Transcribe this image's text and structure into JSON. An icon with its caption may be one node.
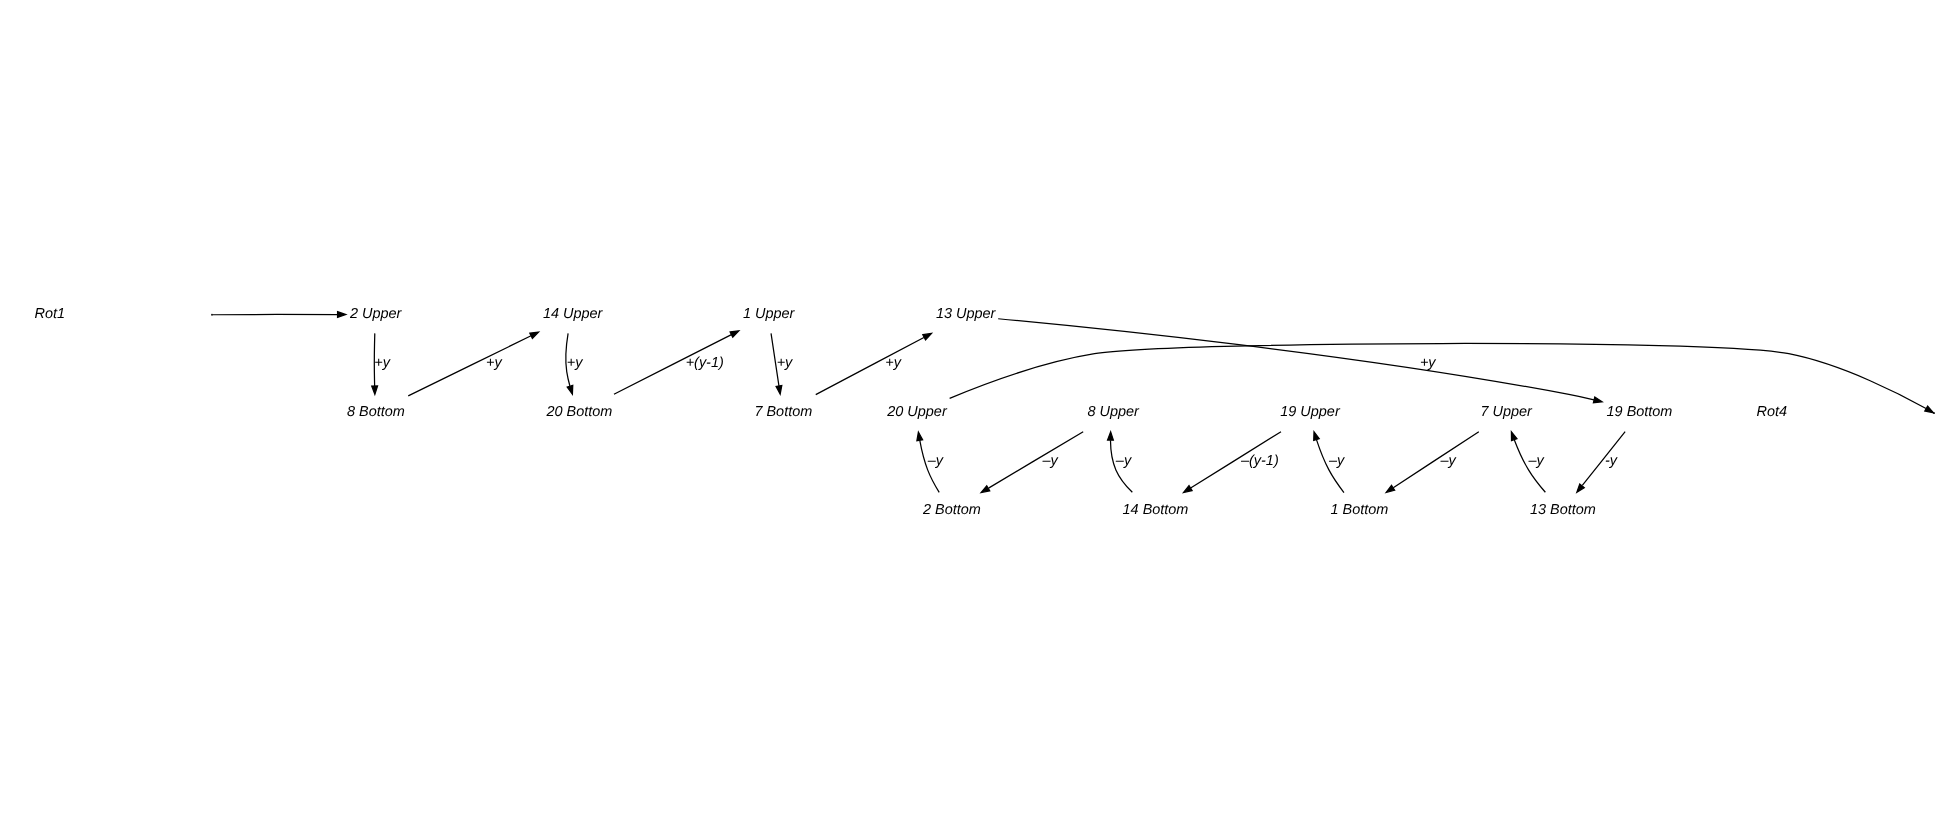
{
  "diagram": {
    "nodes": [
      {
        "text": [
          "2 Upper"
        ]
      },
      {
        "text": [
          "14 Upper"
        ]
      },
      {
        "text": [
          "1 Upper"
        ]
      },
      {
        "text": [
          "13 Upper"
        ]
      },
      {
        "text": [
          "8 Bottom"
        ]
      },
      {
        "text": [
          "20 Bottom"
        ]
      },
      {
        "text": [
          "7 Bottom"
        ]
      },
      {
        "text": [
          "19 Bottom"
        ]
      },
      {
        "text": [
          "20 Upper"
        ]
      },
      {
        "text": [
          "8 Upper"
        ]
      },
      {
        "text": [
          "19 Upper"
        ]
      },
      {
        "text": [
          "7 Upper"
        ]
      },
      {
        "text": [
          "2 Bottom"
        ]
      },
      {
        "text": [
          "14 Bottom"
        ]
      },
      {
        "text": [
          "1 Bottom"
        ]
      },
      {
        "text": [
          "13 Bottom"
        ]
      }
    ],
    "edges": [
      {
        "from": null,
        "to": 0,
        "arrow": "to"
      },
      {
        "from": 0,
        "to": 4,
        "arrow": "to",
        "label": "+y"
      },
      {
        "from": 4,
        "to": 1,
        "arrow": "to",
        "label": "+y"
      },
      {
        "from": 1,
        "to": 5,
        "arrow": "to",
        "label": "+y"
      },
      {
        "from": 5,
        "to": 2,
        "arrow": "to",
        "label": "+(y-1)"
      },
      {
        "from": 2,
        "to": 6,
        "arrow": "to",
        "label": "+y"
      },
      {
        "from": 6,
        "to": 3,
        "arrow": "to",
        "label": "+y"
      },
      {
        "from": 3,
        "to": 7,
        "arrow": "to",
        "label": "+y"
      },
      {
        "from": 7,
        "to": 15,
        "arrow": "to",
        "label": "-y"
      },
      {
        "from": 15,
        "to": 11,
        "arrow": "to",
        "label": "–y"
      },
      {
        "from": 11,
        "to": 14,
        "arrow": "to",
        "label": "–y"
      },
      {
        "from": 14,
        "to": 10,
        "arrow": "to",
        "label": "–y"
      },
      {
        "from": 10,
        "to": 13,
        "arrow": "to",
        "label": "–(y-1)"
      },
      {
        "from": 13,
        "to": 9,
        "arrow": "to",
        "label": "–y"
      },
      {
        "from": 9,
        "to": 12,
        "arrow": "to",
        "label": "–y"
      },
      {
        "from": 12,
        "to": 8,
        "arrow": "to",
        "label": "–y"
      },
      {
        "from": 8,
        "to": null,
        "arrow": "to"
      }
    ],
    "labels": [
      "Rot1",
      "Rot4"
    ]
  }
}
